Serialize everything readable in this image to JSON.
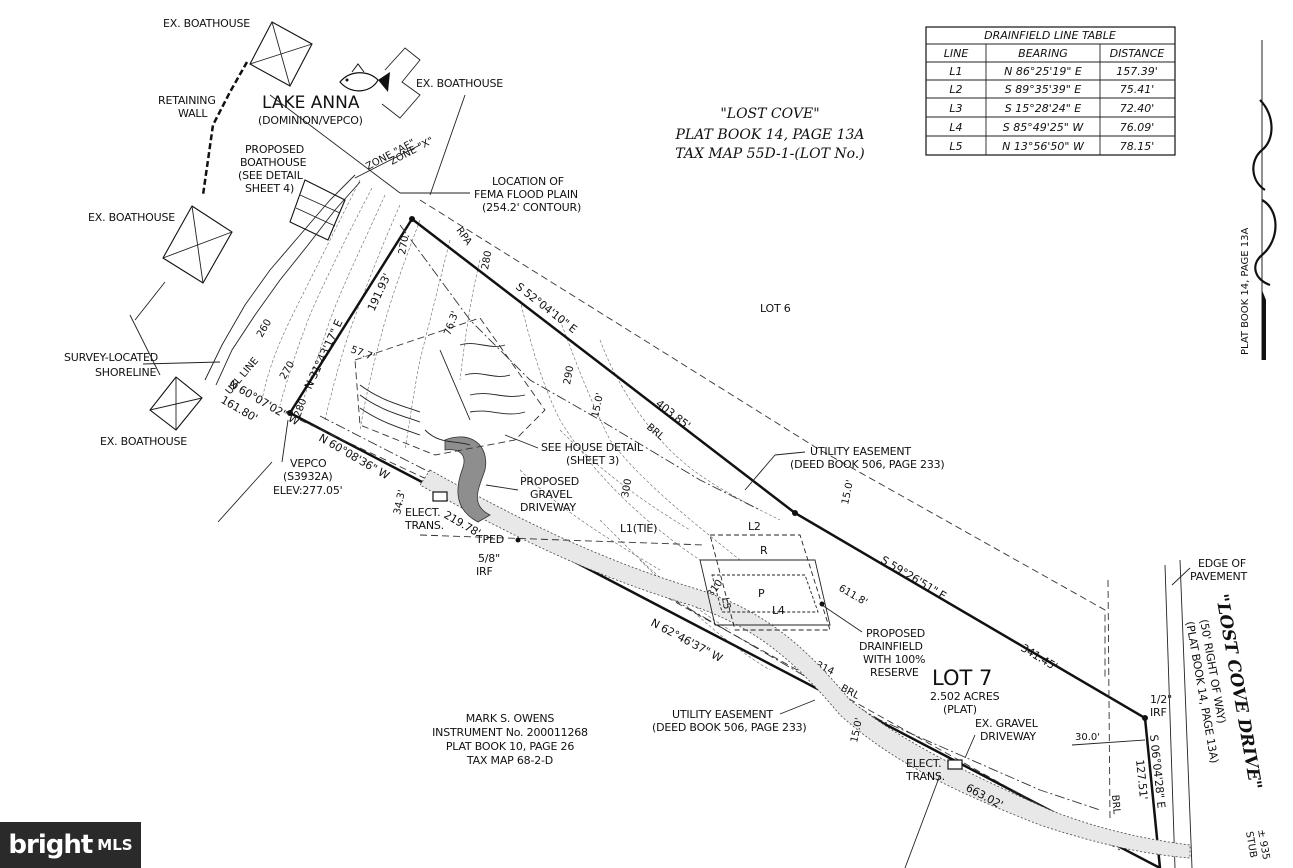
{
  "header": {
    "subdivision": "\"LOST COVE\"",
    "plat_book": "PLAT BOOK 14, PAGE 13A",
    "tax_map": "TAX MAP 55D-1-(LOT No.)"
  },
  "side_label": "PLAT BOOK 14, PAGE 13A",
  "table": {
    "title": "DRAINFIELD LINE TABLE",
    "columns": [
      "LINE",
      "BEARING",
      "DISTANCE"
    ],
    "rows": [
      [
        "L1",
        "N 86°25'19\" E",
        "157.39'"
      ],
      [
        "L2",
        "S 89°35'39\" E",
        "75.41'"
      ],
      [
        "L3",
        "S 15°28'24\" E",
        "72.40'"
      ],
      [
        "L4",
        "S 85°49'25\" W",
        "76.09'"
      ],
      [
        "L5",
        "N 13°56'50\" W",
        "78.15'"
      ]
    ]
  },
  "labels": {
    "ex_boathouse": "EX. BOATHOUSE",
    "retaining_wall_1": "RETAINING",
    "retaining_wall_2": "WALL",
    "lake_name": "LAKE ANNA",
    "lake_owner": "(DOMINION/VEPCO)",
    "proposed_boathouse": [
      "PROPOSED",
      "BOATHOUSE",
      "(SEE DETAIL",
      "SHEET 4)"
    ],
    "zone_ae": "ZONE \"AE\"",
    "zone_x": "ZONE \"X\"",
    "fema": [
      "LOCATION OF",
      "FEMA FLOOD PLAIN",
      "(254.2' CONTOUR)"
    ],
    "lot6": "LOT 6",
    "shoreline": [
      "SURVEY-LOCATED",
      "SHORELINE"
    ],
    "vepco": [
      "VEPCO",
      "(S3932A)",
      "ELEV:277.05'"
    ],
    "elect_trans": [
      "ELECT.",
      "TRANS."
    ],
    "tped": "TPED",
    "irf_58": [
      "5/8\"",
      "IRF"
    ],
    "gravel_driveway": [
      "PROPOSED",
      "GRAVEL",
      "DRIVEWAY"
    ],
    "house_detail": [
      "SEE HOUSE DETAIL",
      "(SHEET 3)"
    ],
    "utility_easement_top": [
      "UTILITY EASEMENT",
      "(DEED BOOK 506, PAGE 233)"
    ],
    "utility_easement_bottom": [
      "UTILITY EASEMENT",
      "(DEED BOOK 506, PAGE 233)"
    ],
    "drainfield": [
      "PROPOSED",
      "DRAINFIELD",
      "WITH 100%",
      "RESERVE"
    ],
    "lot7": "LOT 7",
    "lot7_acres": "2.502 ACRES",
    "lot7_plat": "(PLAT)",
    "edge_of_pavement": [
      "EDGE OF",
      "PAVEMENT"
    ],
    "road_name": "\"LOST COVE DRIVE\"",
    "road_row": "(50' RIGHT OF WAY)",
    "road_pb": "(PLAT BOOK 14, PAGE 13A)",
    "irf_12": [
      "1/2\"",
      "IRF"
    ],
    "ex_gravel": [
      "EX. GRAVEL",
      "DRIVEWAY"
    ],
    "owens": [
      "MARK S. OWENS",
      "INSTRUMENT No. 200011268",
      "PLAT BOOK 10, PAGE 26",
      "TAX MAP 68-2-D"
    ],
    "stub": "± 935",
    "stub2": "STUB"
  },
  "dimensions": {
    "b_n31": "N 31°43'17\" E",
    "d_19193": "191.93'",
    "b_s52": "S 52°04'10\" E",
    "d_40385": "403.85'",
    "b_s59": "S 59°26'51\" E",
    "d_34145": "341.45'",
    "b_s06": "S 06°04'28\" E",
    "d_12751": "127.51'",
    "b_n62": "N 62°46'37\" W",
    "d_66302": "663.02'",
    "b_n60": "N 60°08'36\" W",
    "d_21978": "219.78'",
    "b_n60b": "N 60°07'02\" W",
    "d_16180": "161.80'",
    "d_577": "57.7'",
    "d_763": "76.3'",
    "d_150a": "15.0'",
    "d_150b": "15.0'",
    "d_150c": "15.0'",
    "d_343": "34.3'",
    "d_6118": "611.8'",
    "d_300": "30.0'",
    "brl": "BRL",
    "rpa": "RPA",
    "usl": "USL LINE",
    "l1tie": "L1(TIE)",
    "l2": "L2",
    "l4": "L4",
    "l5": "L5",
    "r": "R",
    "p": "P",
    "c260": "260",
    "c270": "270",
    "c270b": "270",
    "c280": "280",
    "c280b": "280",
    "c290": "290",
    "c300": "300",
    "c310": "310",
    "c314": "314"
  },
  "watermark": {
    "brand": "bright",
    "suffix": "MLS"
  }
}
